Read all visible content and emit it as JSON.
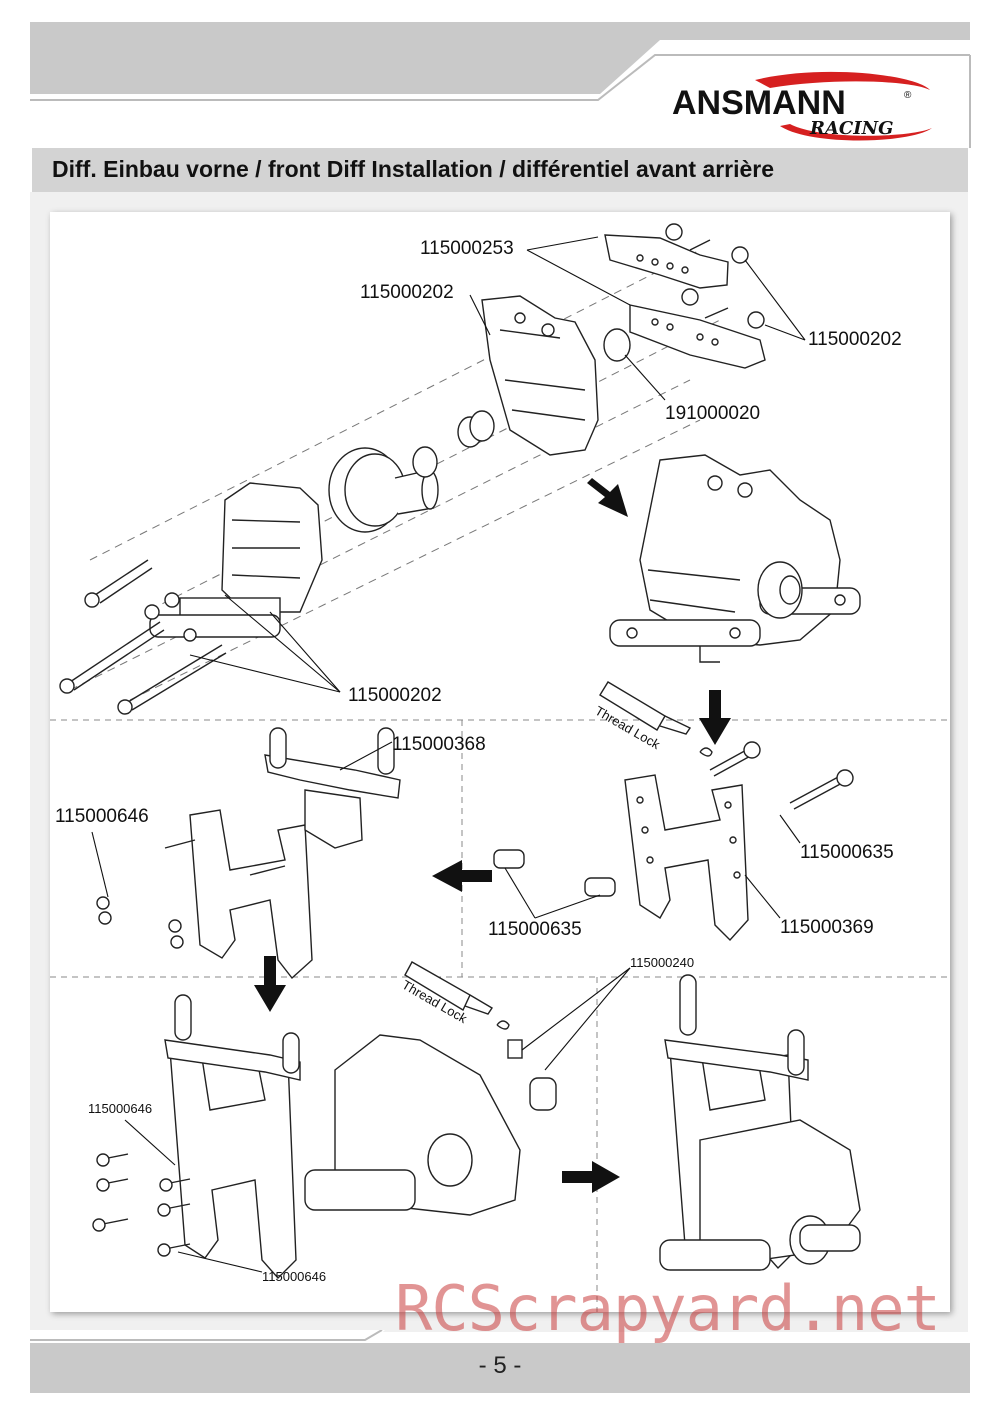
{
  "brand": {
    "name": "ANSMANN",
    "sub": "RACING",
    "registered": "®"
  },
  "title": "Diff. Einbau vorne / front Diff Installation / différentiel avant arrière",
  "parts": {
    "p1": "115000253",
    "p2": "115000202",
    "p3": "115000202",
    "p4": "191000020",
    "p5": "115000202",
    "p6": "115000368",
    "p7": "115000646",
    "p8": "115000635",
    "p9": "115000635",
    "p10": "115000369",
    "p11": "115000240",
    "p12": "115000646",
    "p13": "115000646"
  },
  "thread_lock": "Thread Lock",
  "page_number": "- 5 -",
  "watermark": "RCScrapyard.net",
  "colors": {
    "header_grey": "#c9c9c9",
    "logo_red": "#d62020",
    "watermark_red": "#c83c3c"
  }
}
